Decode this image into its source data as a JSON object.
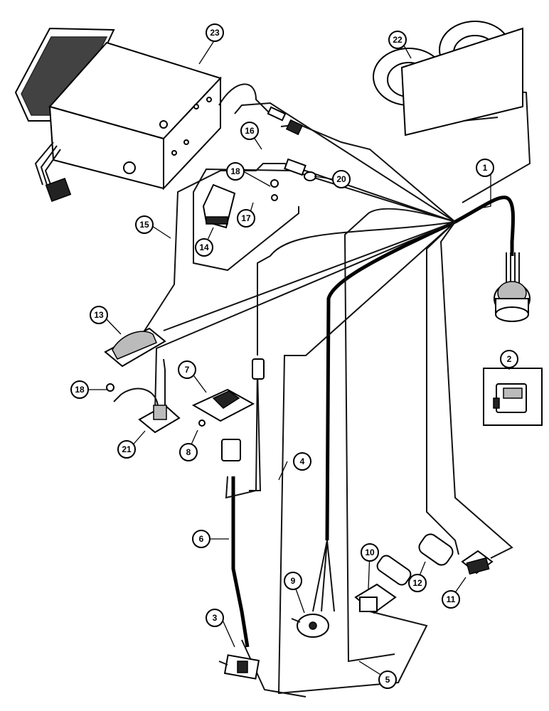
{
  "callouts": {
    "c1": "1",
    "c2": "2",
    "c3": "3",
    "c4": "4",
    "c5": "5",
    "c6": "6",
    "c7": "7",
    "c8": "8",
    "c9": "9",
    "c10": "10",
    "c11": "11",
    "c12": "12",
    "c13": "13",
    "c14": "14",
    "c15": "15",
    "c16": "16",
    "c17": "17",
    "c18a": "18",
    "c18b": "18",
    "c20": "20",
    "c21": "21",
    "c22": "22",
    "c23": "23"
  }
}
